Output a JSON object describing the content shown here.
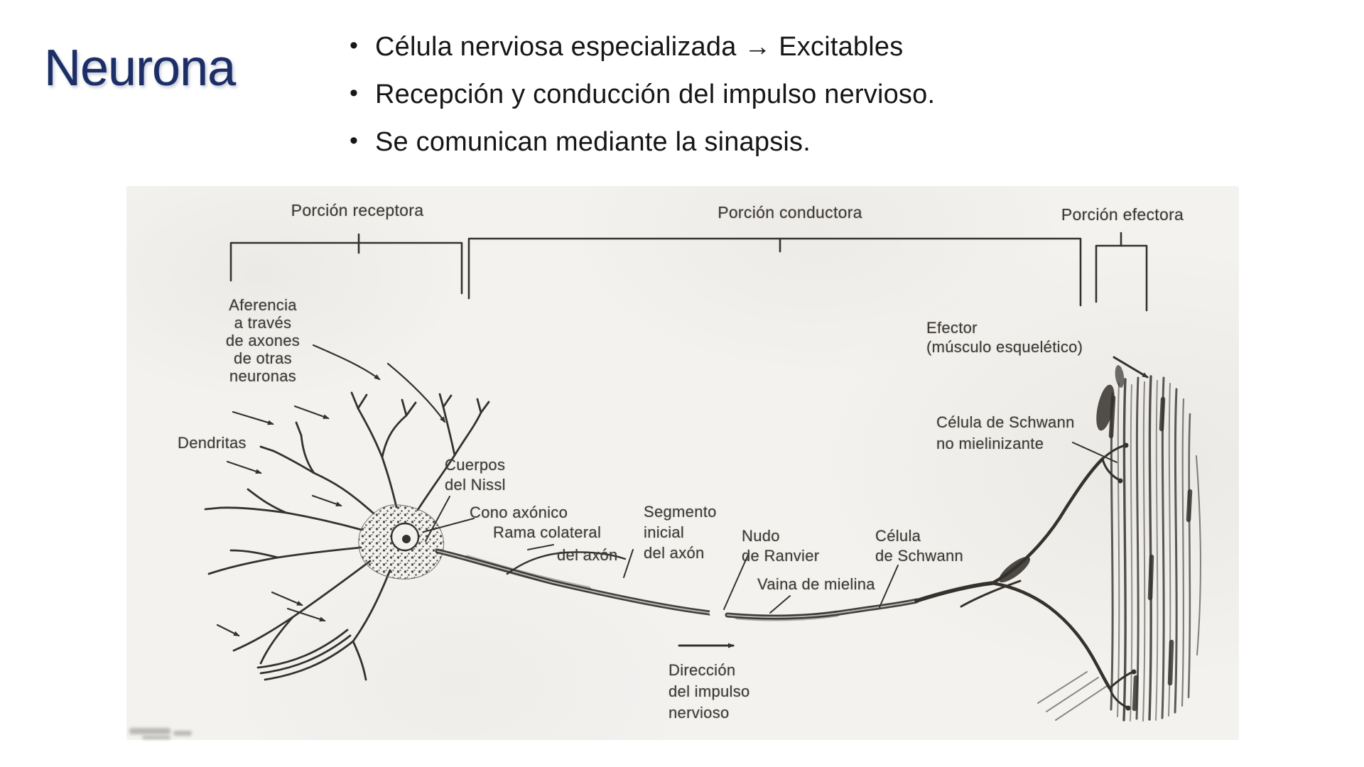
{
  "theme": {
    "title-color": "#1c2e66",
    "text-color": "#161616",
    "ink": "#35322e",
    "label-color": "#3e3b37",
    "paper": "#f3f2ef"
  },
  "slide": {
    "title": "Neurona",
    "bullet_char": "•",
    "bullets": [
      "Célula nerviosa especializada → Excitables",
      "Recepción y conducción del impulso nervioso.",
      "Se comunican mediante la sinapsis."
    ]
  },
  "diagram": {
    "brackets": {
      "receptora": "Porción receptora",
      "conductora": "Porción conductora",
      "efectora": "Porción efectora"
    },
    "labels": {
      "aferencia": [
        "Aferencia",
        "a través",
        "de axones",
        "de otras",
        "neuronas"
      ],
      "dendritas": "Dendritas",
      "cuerpos_nissl": [
        "Cuerpos",
        "del Nissl"
      ],
      "cono_axonico": "Cono axónico",
      "rama_colateral": [
        "Rama colateral",
        "del axón"
      ],
      "segmento_inicial": [
        "Segmento",
        "inicial",
        "del axón"
      ],
      "nudo_ranvier": [
        "Nudo",
        "de Ranvier"
      ],
      "vaina_mielina": "Vaina de mielina",
      "celula_schwann": [
        "Célula",
        "de Schwann"
      ],
      "schwann_no_mielinizante": [
        "Célula de Schwann",
        "no mielinizante"
      ],
      "efector": [
        "Efector",
        "(músculo esquelético)"
      ],
      "direccion_impulso": [
        "Dirección",
        "del impulso",
        "nervioso"
      ]
    }
  }
}
